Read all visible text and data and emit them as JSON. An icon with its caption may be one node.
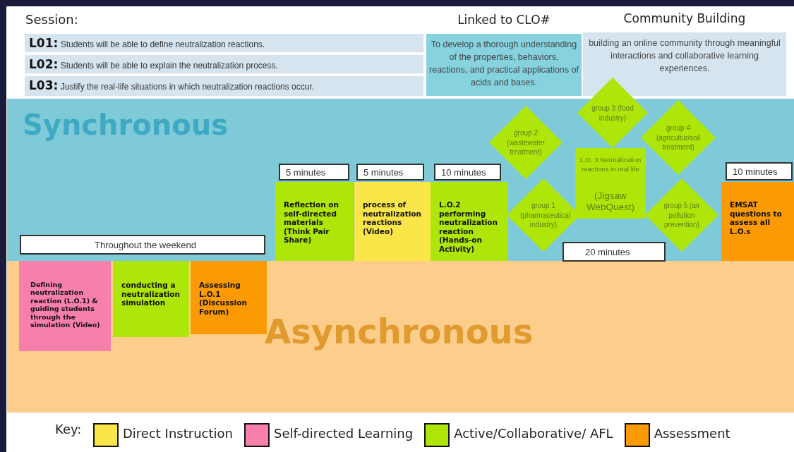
{
  "diagram": {
    "nodes": [
      {
        "text": [
          "Session:"
        ]
      },
      {
        "text": [
          "**L01:** Students will be able to define neutralization reactions."
        ],
        "in": 0
      },
      {
        "text": [
          "**L02:** Students will be able to explain the neutralization process."
        ],
        "in": 0
      },
      {
        "text": [
          "**L03:** Justify the real-life situations in which neutralization reactions occur."
        ],
        "in": 0
      },
      {
        "text": [
          "Linked to CLO#",
          "To develop a thorough understanding of the properties, behaviors, reactions, and practical applications of acids and bases."
        ]
      },
      {
        "text": [
          "Community Building",
          "building an online community through meaningful interactions and collaborative learning experiences."
        ]
      },
      {
        "text": [
          "Synchronous"
        ]
      },
      {
        "text": [
          "Reflection on self-directed materials (Think Pair Share)"
        ],
        "in": 6,
        "beside": [
          "5 minutes"
        ]
      },
      {
        "text": [
          "process of neutralization reactions (Video)"
        ],
        "in": 6,
        "beside": [
          "5 minutes"
        ]
      },
      {
        "text": [
          "L.O.2 performing neutralization reaction (Hands-on Activity)"
        ],
        "in": 6,
        "beside": [
          "10 minutes"
        ]
      },
      {
        "text": [
          "group 3 (food industry)"
        ],
        "in": 6
      },
      {
        "text": [
          "group 2 (wastewater treatment)"
        ],
        "in": 6
      },
      {
        "text": [
          "group 4 (agricultur/soil treatment)"
        ],
        "in": 6
      },
      {
        "text": [
          "L.O. 3 Neutralization reactions in real life",
          "(Jigsaw WebQuest)"
        ],
        "in": 6
      },
      {
        "text": [
          "group 1 (pharmaceutical industry)"
        ],
        "in": 6
      },
      {
        "text": [
          "group 5 (air pollution prevention)"
        ],
        "in": 6
      },
      {
        "text": [
          "EMSAT questions to assess all L.O.s"
        ],
        "in": 6,
        "beside": [
          "10 minutes"
        ]
      },
      {
        "text": [
          "Throughout the weekend"
        ],
        "in": 6
      },
      {
        "text": [
          "Asynchronous"
        ]
      },
      {
        "text": [
          "Defining neutralization reaction (L.O.1) & guiding students through the simulation (Video)"
        ],
        "in": 18
      },
      {
        "text": [
          "conducting a neutralization simulation"
        ],
        "in": 18
      },
      {
        "text": [
          "Assessing L.O.1 (Discussion Forum)"
        ],
        "in": 18
      }
    ],
    "labels": [
      "20 minutes",
      "Key:"
    ],
    "legend": [
      {
        "text": "Direct Instruction",
        "color": "#fbe64a"
      },
      {
        "text": "Self-directed Learning",
        "color": "#f77fab"
      },
      {
        "text": "Active/Collaborative/ AFL",
        "color": "#aee60a"
      },
      {
        "text": "Assessment",
        "color": "#fb9a05"
      }
    ]
  }
}
